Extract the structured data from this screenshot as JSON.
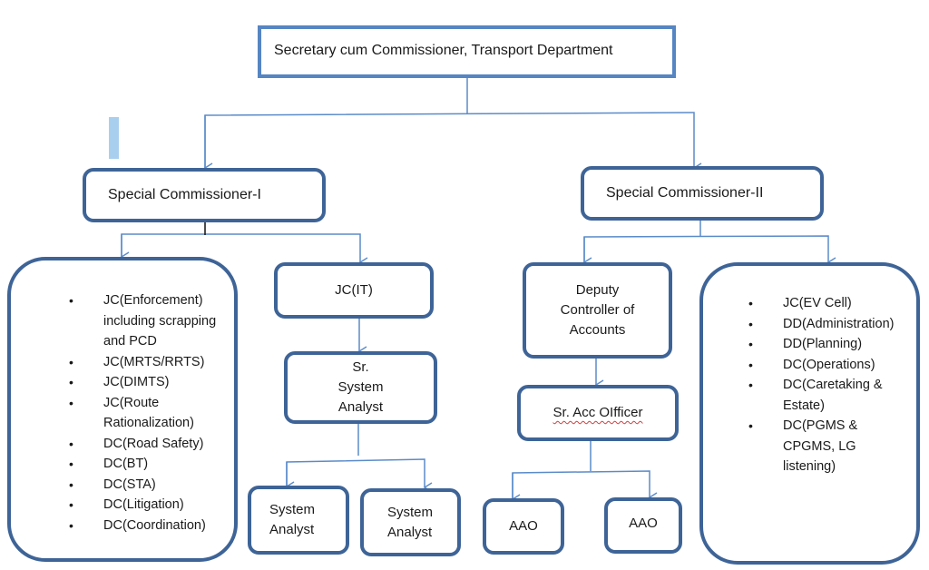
{
  "title": "Transport Department Organisation Chart",
  "colors": {
    "box_border": "#3e6497",
    "root_border": "#5585c2",
    "connector": "#5b8bc9",
    "accent_bar": "#a9cfee"
  },
  "root": {
    "label": "Secretary cum Commissioner, Transport Department"
  },
  "sc1": {
    "label": "Special Commissioner-I",
    "list": [
      "JC(Enforcement) including scrapping and PCD",
      "JC(MRTS/RRTS)",
      "JC(DIMTS)",
      "JC(Route Rationalization)",
      "DC(Road Safety)",
      "DC(BT)",
      "DC(STA)",
      "DC(Litigation)",
      "DC(Coordination)"
    ],
    "jc_it": "JC(IT)",
    "sr_system_analyst": "Sr. System Analyst",
    "system_analysts": [
      "System Analyst",
      "System Analyst"
    ]
  },
  "sc2": {
    "label": "Special Commissioner-II",
    "dca": "Deputy Controller of Accounts",
    "sr_acc_officer": "Sr. Acc OIfficer",
    "aaos": [
      "AAO",
      "AAO"
    ],
    "list": [
      "JC(EV Cell)",
      "DD(Administration)",
      "DD(Planning)",
      "DC(Operations)",
      "DC(Caretaking & Estate)",
      "DC(PGMS & CPGMS, LG listening)"
    ]
  },
  "bullet_glyph": "•"
}
